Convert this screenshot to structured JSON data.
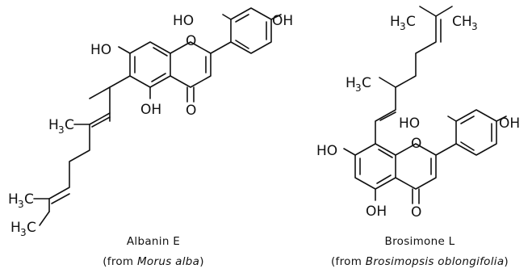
{
  "structures": [
    {
      "name": "Albanin E",
      "source_prefix": "(from ",
      "source_species": "Morus alba",
      "source_suffix": ")",
      "atoms": {
        "ho_a": "HO",
        "ho_b": "OH",
        "ho_c": "HO",
        "o_ring": "O",
        "oh_5": "OH",
        "o_carbonyl": "O",
        "me_c": "C",
        "me_h": "H",
        "me_3": "3",
        "t1_c": "C",
        "t1_h": "H",
        "t1_3": "3",
        "t2_c": "C",
        "t2_h": "H",
        "t2_3": "3"
      }
    },
    {
      "name": "Brosimone L",
      "source_prefix": "(from ",
      "source_species": "Brosimopsis oblongifolia",
      "source_suffix": ")",
      "atoms": {
        "top_c": "C",
        "top_h": "H",
        "top_3": "3",
        "top_ch": "CH",
        "top_ch3": "3",
        "me_c": "C",
        "me_h": "H",
        "me_3": "3",
        "ho_a": "HO",
        "ho_b": "OH",
        "ho_left": "HO",
        "o_ring": "O",
        "oh_5": "OH",
        "o_carbonyl": "O"
      }
    }
  ]
}
